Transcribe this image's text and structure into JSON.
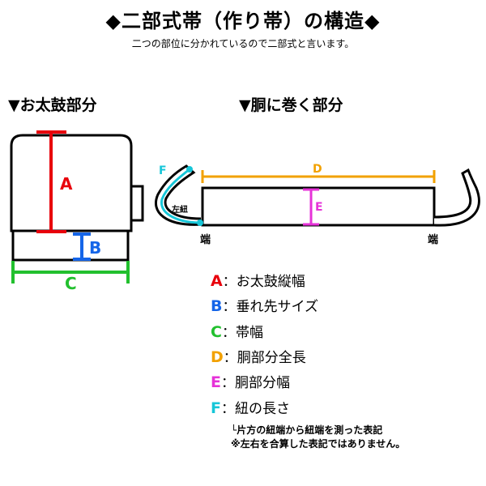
{
  "title": "◆二部式帯（作り帯）の構造◆",
  "subtitle": "二つの部位に分かれているので二部式と言います。",
  "sections": {
    "otaiko": "▼お太鼓部分",
    "dou": "▼胴に巻く部分"
  },
  "diagram_labels": {
    "A": "A",
    "B": "B",
    "C": "C",
    "D": "D",
    "E": "E",
    "F": "F",
    "left_cord": "左紐",
    "end_left": "端",
    "end_right": "端"
  },
  "legend": [
    {
      "key": "A",
      "text": "：お太鼓縦幅",
      "color": "#e8000b"
    },
    {
      "key": "B",
      "text": "：垂れ先サイズ",
      "color": "#1565e8"
    },
    {
      "key": "C",
      "text": "：帯幅",
      "color": "#22c02e"
    },
    {
      "key": "D",
      "text": "：胴部分全長",
      "color": "#f2a100"
    },
    {
      "key": "E",
      "text": "：胴部分幅",
      "color": "#e632d8"
    },
    {
      "key": "F",
      "text": "：紐の長さ",
      "color": "#16c6d8"
    }
  ],
  "notes": [
    "└片方の紐端から紐端を測った表記",
    "※左右を合算した表記ではありません。"
  ],
  "colors": {
    "A": "#e8000b",
    "B": "#1565e8",
    "C": "#22c02e",
    "D": "#f2a100",
    "E": "#e632d8",
    "F": "#16c6d8"
  }
}
